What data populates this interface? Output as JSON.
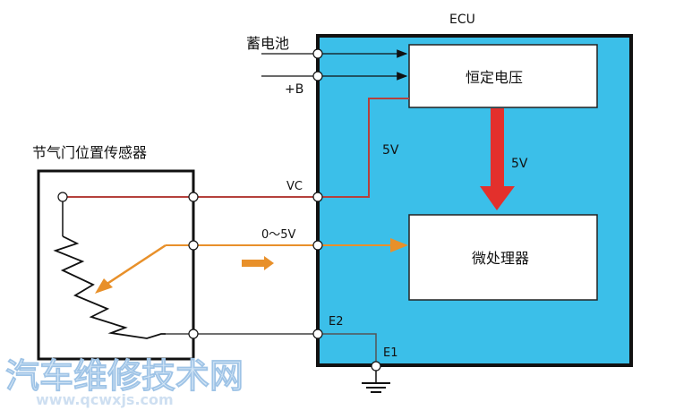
{
  "diagram": {
    "ecu_label": "ECU",
    "battery_label": "蓄电池",
    "plus_b_label": "+B",
    "constant_voltage_label": "恒定电压",
    "microprocessor_label": "微处理器",
    "sensor_title": "节气门位置传感器",
    "voltage_5v_wire": "5V",
    "voltage_5v_arrow": "5V",
    "vc_label": "VC",
    "signal_label": "0～5V",
    "e2_label": "E2",
    "e1_label": "E1"
  },
  "watermark": {
    "title": "汽车维修技术网",
    "url": "www.qcwxjs.com"
  },
  "colors": {
    "ecu_fill": "#3bbfe9",
    "wire_red": "#b5403c",
    "signal_orange": "#e8902a",
    "power_arrow": "#e3302c",
    "wire_gray": "#707070"
  }
}
